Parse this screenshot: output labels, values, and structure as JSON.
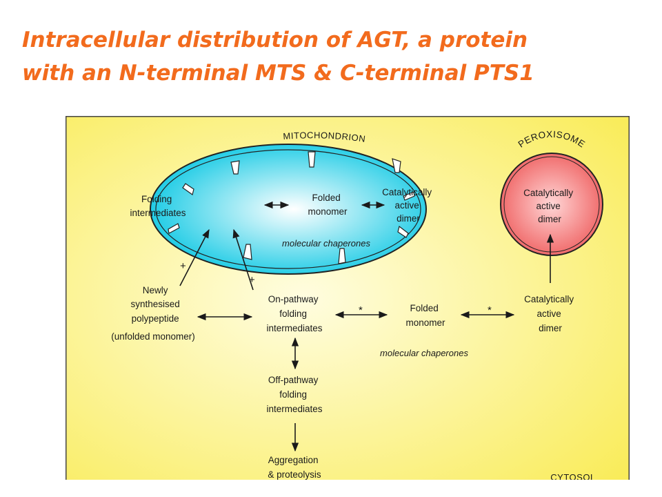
{
  "title": {
    "line1": "Intracellular distribution of AGT, a protein",
    "line2": "with an N-terminal MTS & C-terminal PTS1"
  },
  "colors": {
    "title": "#f26b1d",
    "background_light": "#fffde0",
    "background_yellow": "#f9ec5a",
    "mitochondrion_center": "#ffffff",
    "mitochondrion_edge": "#13c9e4",
    "peroxisome_center": "#ffd6d6",
    "peroxisome_edge": "#ef6060"
  },
  "diagram": {
    "mitochondrion_label": "MITOCHONDRION",
    "peroxisome_label": "PEROXISOME",
    "cytosol_label": "CYTOSOL",
    "mito": {
      "folding_intermediates": [
        "Folding",
        "intermediates"
      ],
      "folded_monomer": [
        "Folded",
        "monomer"
      ],
      "active_dimer": [
        "Catalytically",
        "active",
        "dimer"
      ],
      "chaperones": "molecular chaperones"
    },
    "perox": {
      "active_dimer": [
        "Catalytically",
        "active",
        "dimer"
      ]
    },
    "cytosol": {
      "newly_synthesised": [
        "Newly",
        "synthesised",
        "polypeptide",
        "(unfolded monomer)"
      ],
      "on_pathway": [
        "On-pathway",
        "folding",
        "intermediates"
      ],
      "folded_monomer": [
        "Folded",
        "monomer"
      ],
      "active_dimer": [
        "Catalytically",
        "active",
        "dimer"
      ],
      "chaperones": "molecular chaperones",
      "off_pathway": [
        "Off-pathway",
        "folding",
        "intermediates"
      ],
      "aggregation": [
        "Aggregation",
        "& proteolysis"
      ]
    },
    "marks": {
      "plus": "+",
      "star": "*"
    }
  }
}
